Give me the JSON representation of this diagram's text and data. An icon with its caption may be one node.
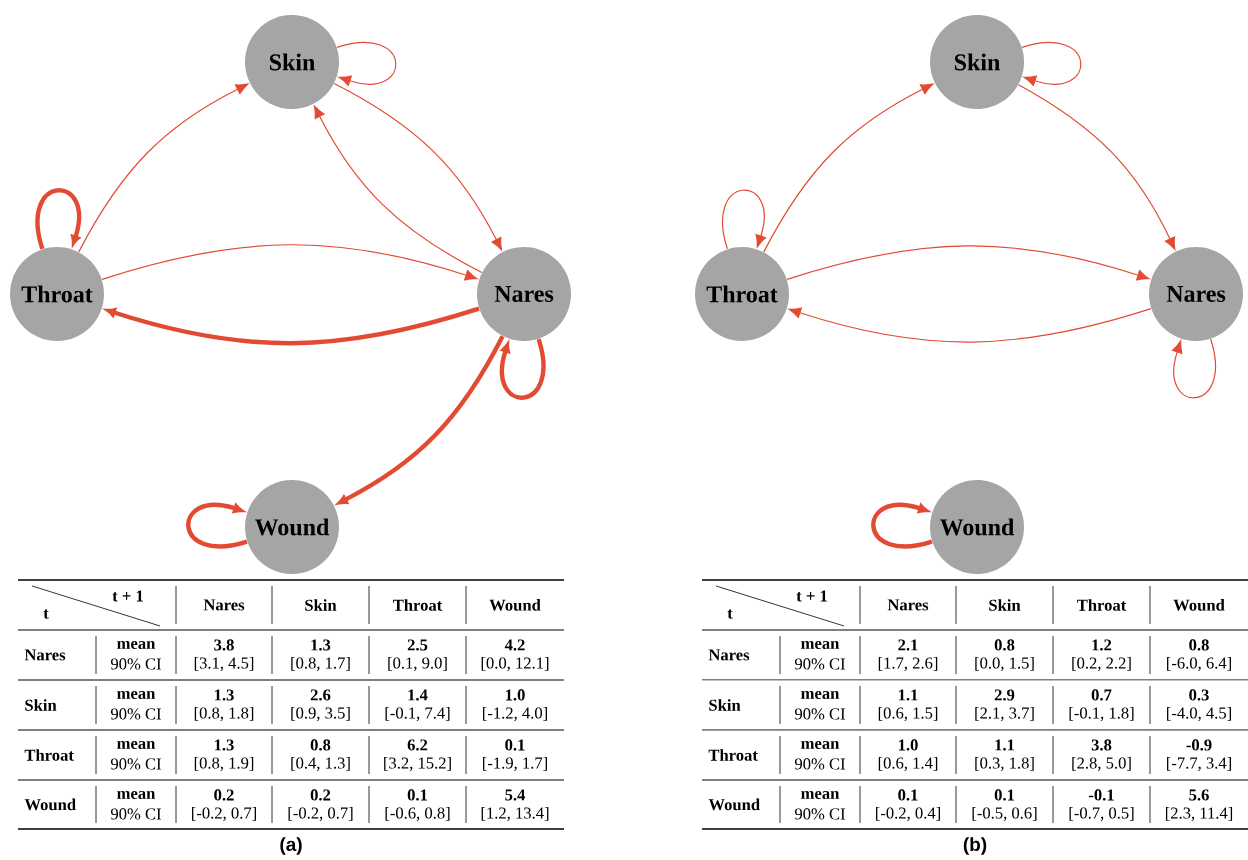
{
  "diagram": {
    "nodes": [
      {
        "text": [
          "Skin"
        ]
      },
      {
        "text": [
          "Throat"
        ]
      },
      {
        "text": [
          "Nares"
        ]
      },
      {
        "text": [
          "Wound"
        ]
      },
      {
        "text": [
          "Skin"
        ]
      },
      {
        "text": [
          "Throat"
        ]
      },
      {
        "text": [
          "Nares"
        ]
      },
      {
        "text": [
          "Wound"
        ]
      }
    ],
    "edges": [
      {
        "from": 0,
        "to": 0,
        "arrow": "to"
      },
      {
        "from": 1,
        "to": 1,
        "arrow": "to",
        "style": "thick"
      },
      {
        "from": 2,
        "to": 2,
        "arrow": "to",
        "style": "thick"
      },
      {
        "from": 3,
        "to": 3,
        "arrow": "to",
        "style": "thick"
      },
      {
        "from": 1,
        "to": 0,
        "arrow": "to"
      },
      {
        "from": 0,
        "to": 2,
        "arrow": "to"
      },
      {
        "from": 2,
        "to": 0,
        "arrow": "to"
      },
      {
        "from": 1,
        "to": 2,
        "arrow": "to"
      },
      {
        "from": 2,
        "to": 1,
        "arrow": "to",
        "style": "thick"
      },
      {
        "from": 2,
        "to": 3,
        "arrow": "to",
        "style": "thick"
      },
      {
        "from": 4,
        "to": 4,
        "arrow": "to"
      },
      {
        "from": 5,
        "to": 5,
        "arrow": "to"
      },
      {
        "from": 6,
        "to": 6,
        "arrow": "to"
      },
      {
        "from": 7,
        "to": 7,
        "arrow": "to",
        "style": "thick"
      },
      {
        "from": 5,
        "to": 4,
        "arrow": "to"
      },
      {
        "from": 4,
        "to": 6,
        "arrow": "to"
      },
      {
        "from": 5,
        "to": 6,
        "arrow": "to"
      },
      {
        "from": 6,
        "to": 5,
        "arrow": "to"
      }
    ],
    "labels": [
      "t + 1",
      "t",
      "Nares",
      "Skin",
      "Throat",
      "Wound",
      "Nares",
      "mean",
      "90% CI",
      "3.8",
      "[3.1, 4.5]",
      "1.3",
      "[0.8, 1.7]",
      "2.5",
      "[0.1, 9.0]",
      "4.2",
      "[0.0, 12.1]",
      "Skin",
      "mean",
      "90% CI",
      "1.3",
      "[0.8, 1.8]",
      "2.6",
      "[0.9, 3.5]",
      "1.4",
      "[-0.1, 7.4]",
      "1.0",
      "[-1.2, 4.0]",
      "Throat",
      "mean",
      "90% CI",
      "1.3",
      "[0.8, 1.9]",
      "0.8",
      "[0.4, 1.3]",
      "6.2",
      "[3.2, 15.2]",
      "0.1",
      "[-1.9, 1.7]",
      "Wound",
      "mean",
      "90% CI",
      "0.2",
      "[-0.2, 0.7]",
      "0.2",
      "[-0.2, 0.7]",
      "0.1",
      "[-0.6, 0.8]",
      "5.4",
      "[1.2, 13.4]",
      "(a)",
      "t + 1",
      "t",
      "Nares",
      "Skin",
      "Throat",
      "Wound",
      "Nares",
      "mean",
      "90% CI",
      "2.1",
      "[1.7, 2.6]",
      "0.8",
      "[0.0, 1.5]",
      "1.2",
      "[0.2, 2.2]",
      "0.8",
      "[-6.0, 6.4]",
      "Skin",
      "mean",
      "90% CI",
      "1.1",
      "[0.6, 1.5]",
      "2.9",
      "[2.1, 3.7]",
      "0.7",
      "[-0.1, 1.8]",
      "0.3",
      "[-4.0, 4.5]",
      "Throat",
      "mean",
      "90% CI",
      "1.0",
      "[0.6, 1.4]",
      "1.1",
      "[0.3, 1.8]",
      "3.8",
      "[2.8, 5.0]",
      "-0.9",
      "[-7.7, 3.4]",
      "Wound",
      "mean",
      "90% CI",
      "0.1",
      "[-0.2, 0.4]",
      "0.1",
      "[-0.5, 0.6]",
      "-0.1",
      "[-0.7, 0.5]",
      "5.6",
      "[2.3, 11.4]",
      "(b)"
    ]
  }
}
